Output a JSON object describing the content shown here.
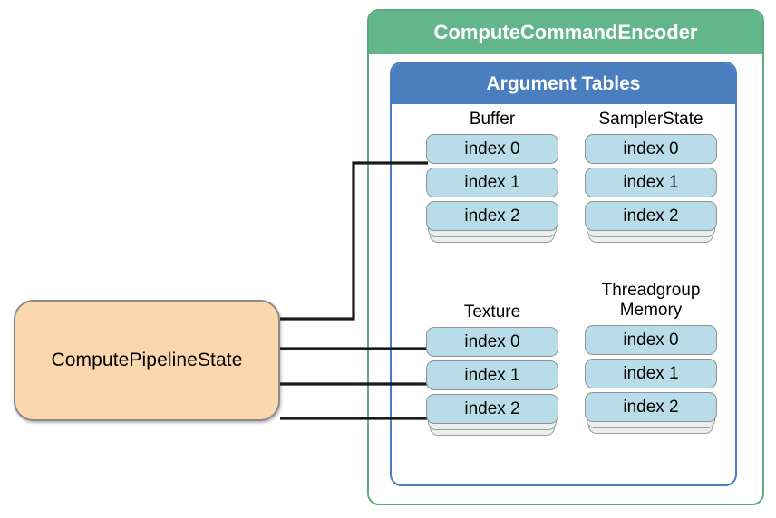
{
  "diagram": {
    "pipeline_state": {
      "label": "ComputePipelineState"
    },
    "encoder": {
      "title": "ComputeCommandEncoder"
    },
    "argument_tables": {
      "title": "Argument Tables",
      "tables": [
        {
          "name": "Buffer",
          "title": "Buffer",
          "entries": [
            "index 0",
            "index 1",
            "index 2"
          ]
        },
        {
          "name": "SamplerState",
          "title": "SamplerState",
          "entries": [
            "index 0",
            "index 1",
            "index 2"
          ]
        },
        {
          "name": "Texture",
          "title": "Texture",
          "entries": [
            "index 0",
            "index 1",
            "index 2"
          ]
        },
        {
          "name": "Threadgroup Memory",
          "title": "Threadgroup\nMemory",
          "entries": [
            "index 0",
            "index 1",
            "index 2"
          ]
        }
      ]
    },
    "connections": [
      {
        "from": "ComputePipelineState",
        "to": "Buffer index 0"
      },
      {
        "from": "ComputePipelineState",
        "to": "Texture index 0"
      },
      {
        "from": "ComputePipelineState",
        "to": "Texture index 1"
      },
      {
        "from": "ComputePipelineState",
        "to": "Texture index 2"
      }
    ],
    "colors": {
      "encoder_header": "#63B68C",
      "encoder_border": "#5FA97E",
      "argument_tables_header": "#4A7EBE",
      "argument_tables_border": "#4A7EBE",
      "pipeline_state_fill": "#FAD7AC",
      "pipeline_state_border": "#8C8C8C",
      "index_card_fill": "#B9DDE8",
      "index_card_border": "#8F9496",
      "connector": "#1A1A1A",
      "background": "#FFFFFF"
    }
  }
}
